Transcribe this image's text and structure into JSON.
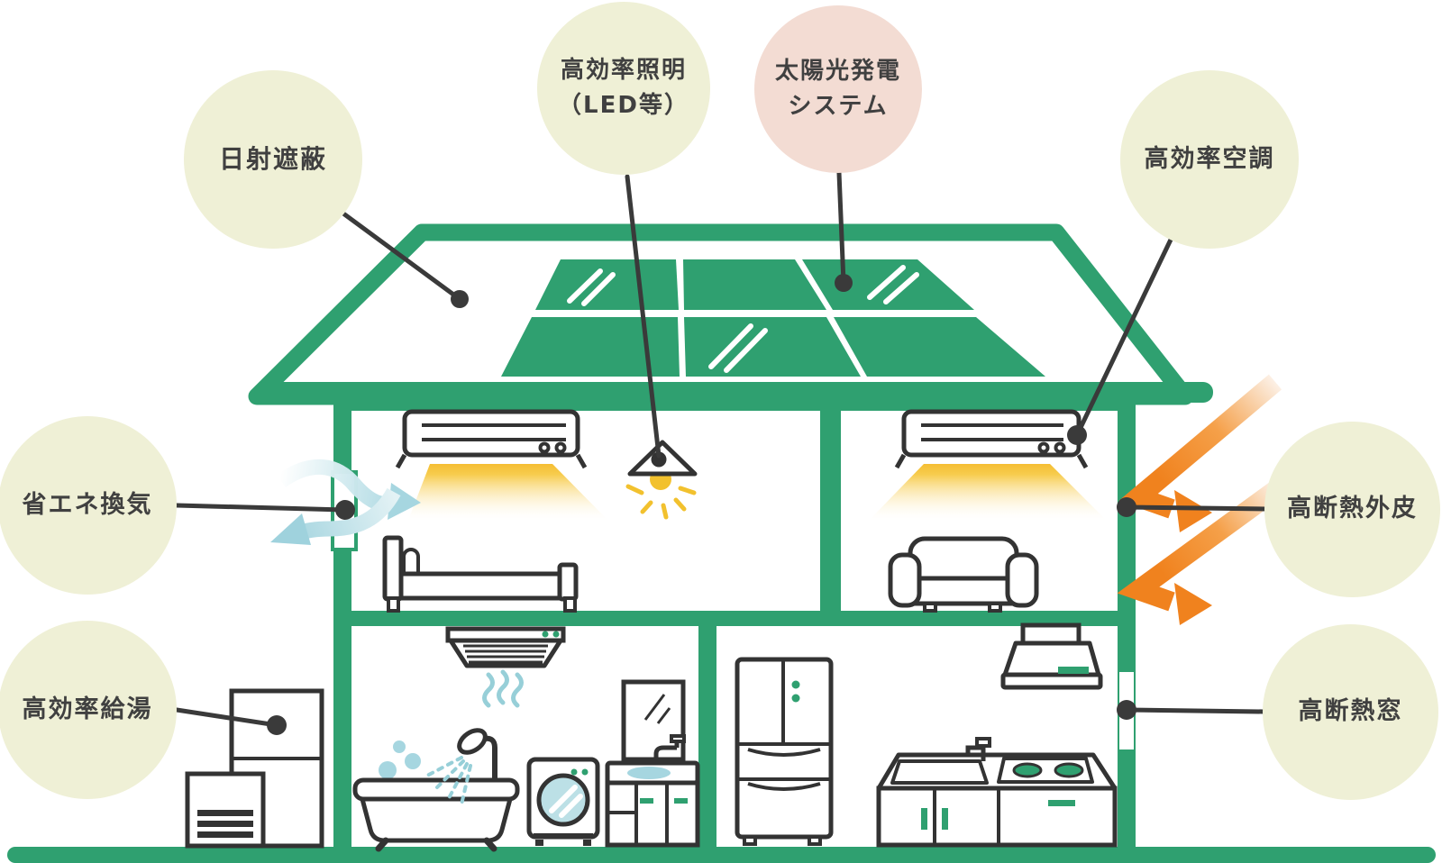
{
  "diagram": {
    "name": "energy-efficient-house-diagram",
    "labels": {
      "solar_shading": "日射遮蔽",
      "led_lighting": "高効率照明\n（LED等）",
      "pv_system": "太陽光発電\nシステム",
      "hvac": "高効率空調",
      "ventilation": "省エネ換気",
      "envelope": "高断熱外皮",
      "water_heating": "高効率給湯",
      "windows": "高断熱窓"
    },
    "icons": [
      "roof-icon",
      "solar-panel-icon",
      "air-conditioner-icon",
      "pendant-light-icon",
      "bed-icon",
      "sofa-icon",
      "bath-vent-icon",
      "bathtub-icon",
      "shower-icon",
      "washing-machine-icon",
      "vanity-icon",
      "refrigerator-icon",
      "range-hood-icon",
      "kitchen-counter-icon",
      "water-heater-icon",
      "ventilation-arrows-icon",
      "heat-reflect-arrows-icon",
      "vent-window-icon",
      "window-icon"
    ]
  },
  "colors": {
    "green": "#2FA070",
    "outline": "#333333",
    "line": "#3A3A3A",
    "circle-fill": "#EFF0D6",
    "circle-pink": "#F3DCD3",
    "label-text": "#404040",
    "air-yellow": "#F5BE33",
    "lamp-yellow": "#F2C12E",
    "vent-blue": "#A6D6E0",
    "steam-blue": "#97CFD8",
    "glass-blue": "#BCE0E6",
    "orange": "#F0821E",
    "orange-pale": "#FCF0E5"
  }
}
